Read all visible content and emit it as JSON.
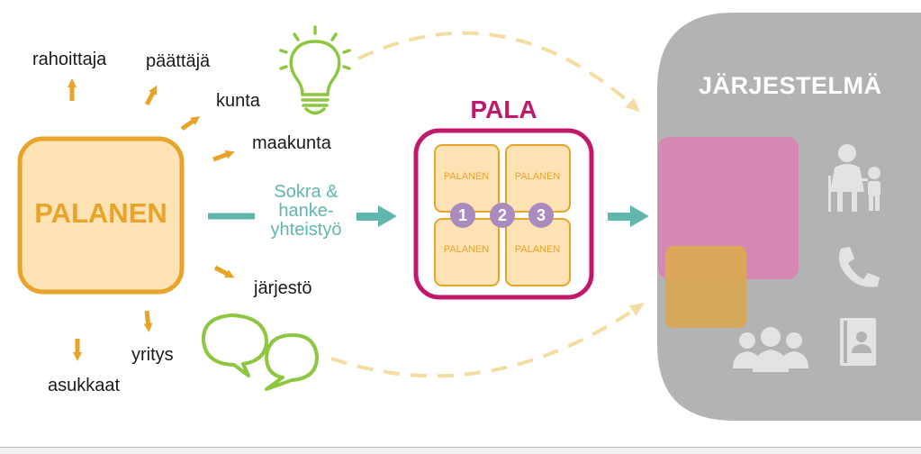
{
  "actors": {
    "rahoittaja": "rahoittaja",
    "paattaja": "päättäjä",
    "kunta": "kunta",
    "maakunta": "maakunta",
    "jarjesto": "järjestö",
    "yritys": "yritys",
    "asukkaat": "asukkaat"
  },
  "palanen": {
    "label": "PALANEN"
  },
  "cooperation": {
    "line1": "Sokra &",
    "line2": "hanke-",
    "line3": "yhteistyö"
  },
  "pala": {
    "title": "PALA",
    "pieces": [
      "PALANEN",
      "PALANEN",
      "PALANEN",
      "PALANEN"
    ],
    "steps": [
      "1",
      "2",
      "3"
    ]
  },
  "system": {
    "title": "JÄRJESTELMÄ"
  },
  "icons": [
    "lightbulb-icon",
    "speech-bubbles-icon",
    "elderly-child-icon",
    "phone-icon",
    "group-icon",
    "contact-book-icon"
  ],
  "colors": {
    "orange": "#e8a32a",
    "orange_fill": "#fde2b3",
    "magenta": "#c2186b",
    "teal": "#5fb7ae",
    "green": "#8dc63f",
    "purple": "#a98bbd",
    "gray": "#b3b3b3",
    "pink_block": "#d588b1",
    "dashed": "#f5dca0"
  }
}
